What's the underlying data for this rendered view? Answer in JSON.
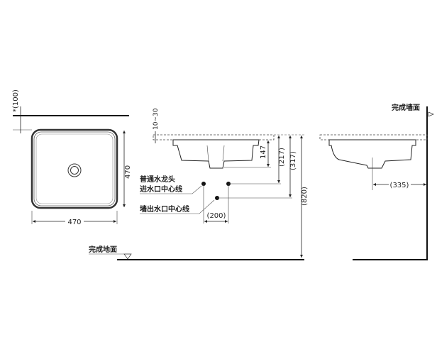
{
  "top_view": {
    "clearance_label": "*(100)",
    "height_label": "470",
    "width_label": "470"
  },
  "side_view": {
    "gap_label": "10~30",
    "depth_label": "147",
    "inlet_height_label": "(217)",
    "outlet_height_label": "(317)",
    "counter_height_label": "(820)",
    "inlet_spacing_label": "(200)",
    "faucet_inlet_label_line1": "普通水龙头",
    "faucet_inlet_label_line2": "进水口中心线",
    "wall_outlet_label": "墙出水口中心线",
    "floor_label": "完成地面"
  },
  "end_view": {
    "wall_label": "完成墙面",
    "wall_distance_label": "(335)"
  }
}
